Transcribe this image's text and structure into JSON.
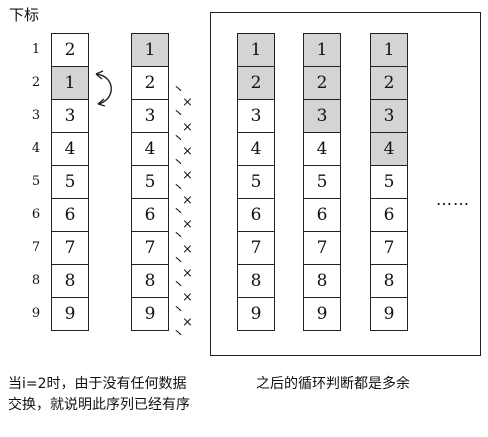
{
  "header": {
    "label": "下标"
  },
  "indices": [
    "1",
    "2",
    "3",
    "4",
    "5",
    "6",
    "7",
    "8",
    "9"
  ],
  "columns": [
    {
      "values": [
        "2",
        "1",
        "3",
        "4",
        "5",
        "6",
        "7",
        "8",
        "9"
      ],
      "shaded": [
        false,
        true,
        false,
        false,
        false,
        false,
        false,
        false,
        false
      ]
    },
    {
      "values": [
        "1",
        "2",
        "3",
        "4",
        "5",
        "6",
        "7",
        "8",
        "9"
      ],
      "shaded": [
        true,
        false,
        false,
        false,
        false,
        false,
        false,
        false,
        false
      ]
    },
    {
      "values": [
        "1",
        "2",
        "3",
        "4",
        "5",
        "6",
        "7",
        "8",
        "9"
      ],
      "shaded": [
        true,
        true,
        false,
        false,
        false,
        false,
        false,
        false,
        false
      ]
    },
    {
      "values": [
        "1",
        "2",
        "3",
        "4",
        "5",
        "6",
        "7",
        "8",
        "9"
      ],
      "shaded": [
        true,
        true,
        true,
        false,
        false,
        false,
        false,
        false,
        false
      ]
    },
    {
      "values": [
        "1",
        "2",
        "3",
        "4",
        "5",
        "6",
        "7",
        "8",
        "9"
      ],
      "shaded": [
        true,
        true,
        true,
        true,
        false,
        false,
        false,
        false,
        false
      ]
    }
  ],
  "comparison_marks": [
    "丶",
    "×",
    "丶",
    "×",
    "丶",
    "×",
    "丶",
    "×",
    "丶",
    "×",
    "丶",
    "×",
    "丶",
    "×",
    "丶",
    "×",
    "丶",
    "×",
    "丶",
    "×",
    "丶"
  ],
  "ellipsis": "……",
  "captions": {
    "left_line1": "当i=2时，由于没有任何数据",
    "left_line2": "交换，就说明此序列已经有序",
    "right": "之后的循环判断都是多余"
  }
}
